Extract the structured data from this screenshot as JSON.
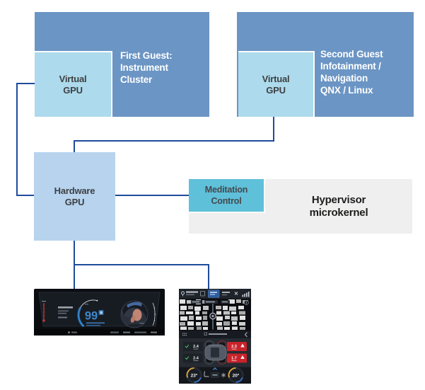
{
  "palette": {
    "guest_blue": "#6b95c4",
    "virtual_gpu_blue": "#addaec",
    "hardware_gpu_blue": "#b7d3ee",
    "mediation_teal": "#5fc0da",
    "hypervisor_gray": "#efefef",
    "connector_blue": "#1e4c9c"
  },
  "boxes": {
    "guest1": {
      "lines": [
        "First Guest:",
        "Instrument",
        "Cluster"
      ]
    },
    "guest2": {
      "lines": [
        "Second Guest",
        "Infotainment /",
        "Navigation",
        "QNX / Linux"
      ]
    },
    "virtual_gpu_1": {
      "lines": [
        "Virtual",
        "GPU"
      ]
    },
    "virtual_gpu_2": {
      "lines": [
        "Virtual",
        "GPU"
      ]
    },
    "hardware_gpu": {
      "lines": [
        "Hardware",
        "GPU"
      ]
    },
    "mediation_control": {
      "lines": [
        "Meditation",
        "Control"
      ]
    },
    "hypervisor": {
      "lines": [
        "Hypervisor",
        "microkernel"
      ]
    }
  },
  "cluster_screen": {
    "speed": "99"
  },
  "infotainment_screen": {
    "temp_left": "23°",
    "temp_right": "20°",
    "tires": {
      "left_top": "2.4",
      "left_bottom": "2.4",
      "right_top": "2.3",
      "right_bottom": "1.7"
    }
  }
}
